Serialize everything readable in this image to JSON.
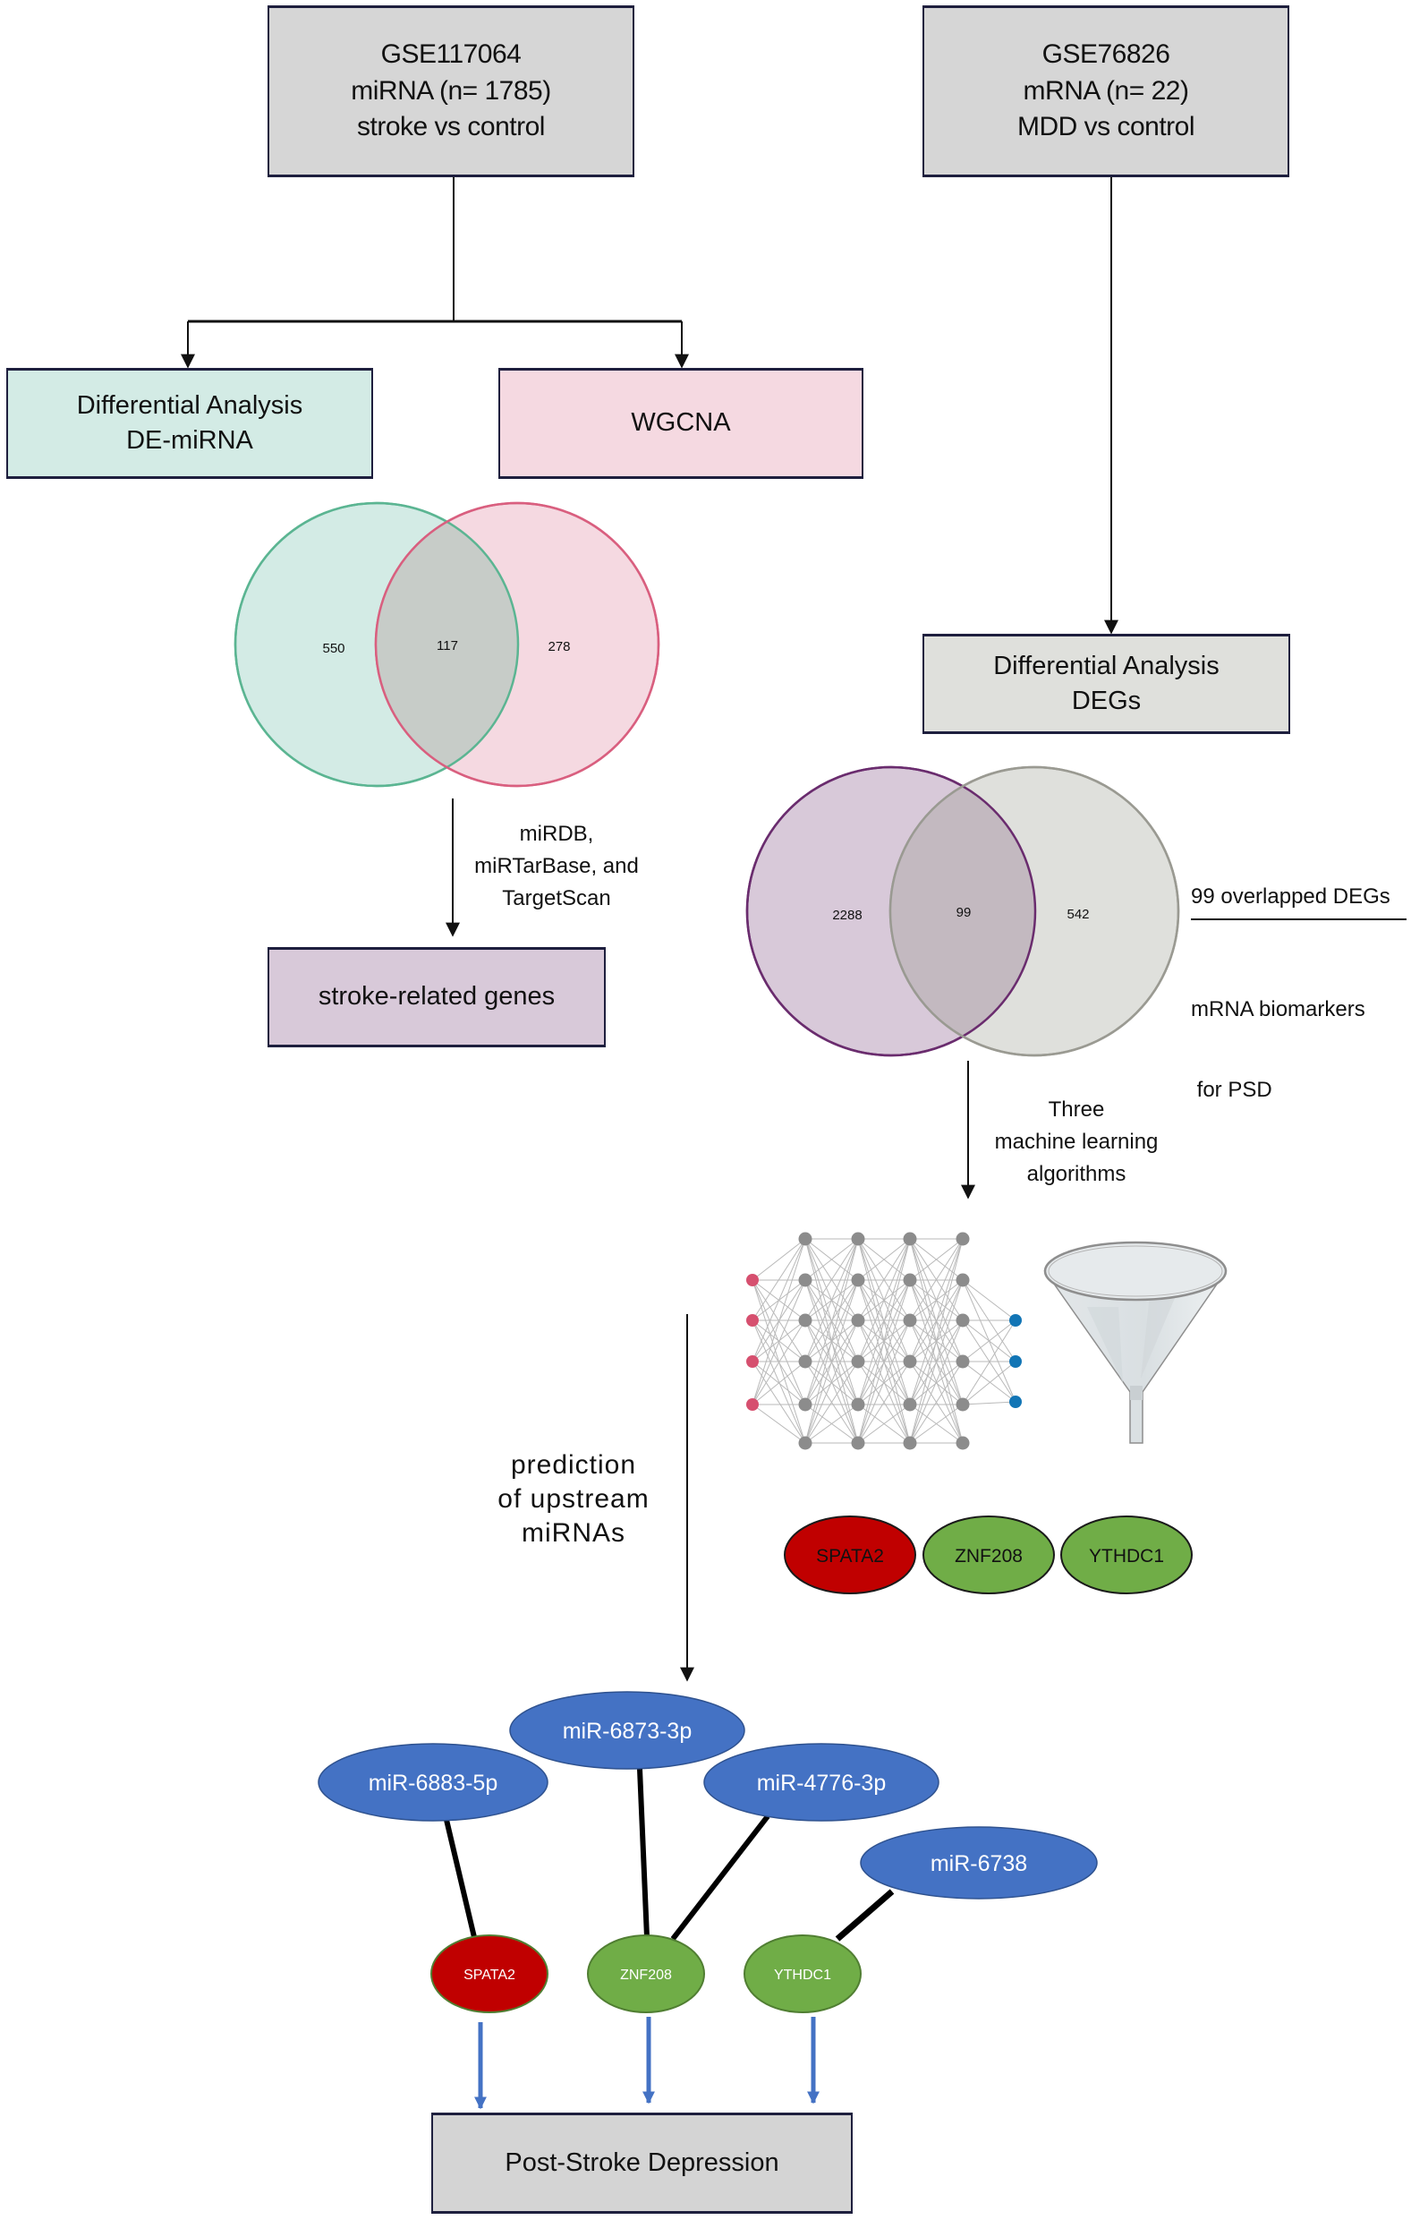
{
  "title": "Workflow: identification of mRNA biomarkers and upstream miRNAs for post-stroke depression",
  "datasets": {
    "left": {
      "lines": [
        "GSE117064",
        "miRNA (n= 1785)",
        "stroke vs control"
      ]
    },
    "right": {
      "lines": [
        "GSE76826",
        "mRNA (n= 22)",
        "MDD vs control"
      ]
    }
  },
  "left_branch": {
    "differential_box": {
      "lines": [
        "Differential Analysis",
        "DE-miRNA"
      ]
    },
    "wgcna_box": {
      "lines": [
        "WGCNA"
      ]
    },
    "venn": {
      "sets": [
        {
          "name": "DE-miRNA",
          "color": "#5bb592",
          "fill": "#d3ebe5"
        },
        {
          "name": "WGCNA",
          "color": "#d95f7f",
          "fill": "#f5d9e1"
        }
      ],
      "left_only": "550",
      "overlap": "117",
      "right_only": "278"
    },
    "arrow_label": [
      "miRDB,",
      "miRTarBase, and",
      "TargetScan"
    ],
    "result_box": {
      "lines": [
        "stroke-related genes"
      ]
    }
  },
  "right_branch": {
    "differential_box": {
      "lines": [
        "Differential Analysis",
        "DEGs"
      ]
    },
    "venn": {
      "sets": [
        {
          "name": "stroke-related genes",
          "color": "#6a2c6e",
          "fill": "#d8c9d9"
        },
        {
          "name": "DEGs",
          "color": "#9a9a92",
          "fill": "#dfe0dc"
        }
      ],
      "left_only": "2288",
      "overlap": "99",
      "right_only": "542"
    },
    "venn_note": {
      "top": "99 overlapped DEGs",
      "bottom": [
        "mRNA biomarkers",
        " for PSD"
      ]
    },
    "ml_label": [
      "Three",
      "machine learning",
      "algorithms"
    ]
  },
  "hub_genes": [
    {
      "name": "SPATA2",
      "color": "#c00000"
    },
    {
      "name": "ZNF208",
      "color": "#70ad47"
    },
    {
      "name": "YTHDC1",
      "color": "#70ad47"
    }
  ],
  "prediction_label": [
    "prediction",
    "of upstream",
    "miRNAs"
  ],
  "network": {
    "mirnas": [
      "miR-6883-5p",
      "miR-6873-3p",
      "miR-4776-3p",
      "miR-6738"
    ],
    "mirna_color": "#4472c4",
    "genes": [
      {
        "name": "SPATA2",
        "color": "#c00000"
      },
      {
        "name": "ZNF208",
        "color": "#70ad47"
      },
      {
        "name": "YTHDC1",
        "color": "#70ad47"
      }
    ],
    "edges": [
      [
        "miR-6883-5p",
        "SPATA2"
      ],
      [
        "miR-6873-3p",
        "ZNF208"
      ],
      [
        "miR-4776-3p",
        "ZNF208"
      ],
      [
        "miR-6738",
        "YTHDC1"
      ]
    ]
  },
  "outcome_box": {
    "lines": [
      "Post-Stroke Depression"
    ]
  },
  "colors": {
    "arrow": "#111111",
    "outcome_arrow": "#4472c4",
    "nn_input": "#d6506f",
    "nn_hidden": "#8c8c8c",
    "nn_output": "#1275b5"
  }
}
